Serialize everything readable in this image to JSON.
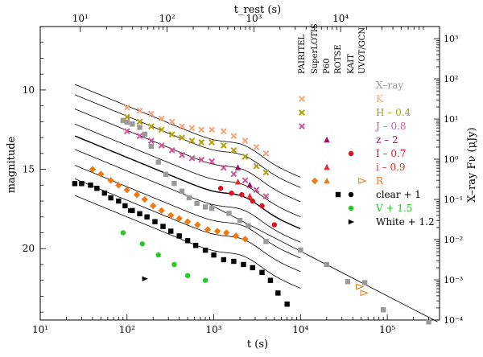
{
  "chart_data": {
    "type": "scatter",
    "title": "",
    "xlabel": "t (s)",
    "ylabel": "magnitude",
    "x2label": "t_rest (s)",
    "y2label": "X–ray Fν (μJy)",
    "xscale": "log",
    "xlim": [
      10,
      400000
    ],
    "ylim_mag": [
      24.5,
      6.0
    ],
    "y2scale": "log",
    "y2lim": [
      0.0001,
      2000
    ],
    "x_ticks": [
      "10¹",
      "10²",
      "10³",
      "10⁴",
      "10⁵"
    ],
    "x2_ticks": [
      "10¹",
      "10²",
      "10³",
      "10⁴"
    ],
    "y_ticks": [
      "10",
      "15",
      "20"
    ],
    "y2_ticks": [
      "10³",
      "10²",
      "10¹",
      "10⁰",
      "10⁻¹",
      "10⁻²",
      "10⁻³",
      "10⁻⁴"
    ],
    "instruments": [
      "PAIRITEL",
      "SuperLOTIS",
      "P60",
      "ROTSE",
      "KAIT",
      "UVOT/GCN"
    ],
    "legend": [
      {
        "label": "X–ray",
        "color": "#9a9a9a"
      },
      {
        "label": "K",
        "color": "#f5a67a"
      },
      {
        "label": "H – 0.4",
        "color": "#b8a000"
      },
      {
        "label": "J – 0.8",
        "color": "#d8509a"
      },
      {
        "label": "z – 2",
        "color": "#a0106a"
      },
      {
        "label": "I – 0.7",
        "color": "#e01020"
      },
      {
        "label": "i – 0.9",
        "color": "#f02828"
      },
      {
        "label": "R",
        "color": "#f07a10"
      },
      {
        "label": "clear + 1",
        "color": "#000000"
      },
      {
        "label": "V + 1.5",
        "color": "#22cc22"
      },
      {
        "label": "White + 1.2",
        "color": "#000000"
      }
    ],
    "series": [
      {
        "name": "X–ray",
        "color": "#9a9a9a",
        "marker": "sq",
        "x": [
          90,
          100,
          115,
          140,
          160,
          190,
          230,
          280,
          350,
          430,
          520,
          640,
          800,
          950,
          1500,
          2000,
          2500,
          4000,
          10000,
          20000,
          35000,
          55000,
          90000,
          300000
        ],
        "y": [
          9.2,
          8.4,
          7.5,
          6.2,
          4.2,
          2.1,
          0.85,
          0.42,
          0.25,
          0.16,
          0.11,
          0.08,
          0.065,
          0.06,
          0.045,
          0.03,
          0.022,
          0.009,
          0.0055,
          0.0024,
          0.0009,
          0.00085,
          0.00018,
          9e-05
        ]
      },
      {
        "name": "K",
        "color": "#f5a67a",
        "marker": "x",
        "x": [
          100,
          140,
          190,
          250,
          330,
          430,
          560,
          720,
          950,
          1300,
          1700,
          2300,
          3100,
          4000
        ],
        "y": [
          11.1,
          11.3,
          11.5,
          11.8,
          12.0,
          12.3,
          12.4,
          12.5,
          12.5,
          12.6,
          12.9,
          13.2,
          13.6,
          14.0
        ]
      },
      {
        "name": "H – 0.4",
        "color": "#b8a000",
        "marker": "x",
        "x": [
          100,
          140,
          190,
          250,
          330,
          430,
          560,
          720,
          950,
          1300,
          1700,
          2300,
          3100,
          4000
        ],
        "y": [
          11.7,
          12.0,
          12.3,
          12.5,
          12.8,
          13.0,
          13.2,
          13.3,
          13.3,
          13.5,
          13.8,
          14.2,
          14.8,
          15.2
        ]
      },
      {
        "name": "J – 0.8",
        "color": "#d8509a",
        "marker": "x",
        "x": [
          100,
          140,
          190,
          250,
          330,
          430,
          560,
          720,
          950,
          1300,
          1700,
          2300,
          3100,
          4000
        ],
        "y": [
          12.6,
          12.9,
          13.2,
          13.5,
          13.8,
          14.1,
          14.3,
          14.4,
          14.5,
          14.9,
          15.3,
          15.7,
          16.3,
          16.7
        ]
      },
      {
        "name": "z – 2",
        "color": "#a0106a",
        "marker": "tri",
        "x": [
          1900,
          2600
        ],
        "y": [
          14.9,
          16.0
        ]
      },
      {
        "name": "I – 0.7",
        "color": "#e01020",
        "marker": "dot",
        "x": [
          1200,
          1600,
          2100,
          2800,
          3600,
          5000
        ],
        "y": [
          16.2,
          16.5,
          16.6,
          17.0,
          17.3,
          18.5
        ]
      },
      {
        "name": "i – 0.9",
        "color": "#f02828",
        "marker": "tri",
        "x": [
          1900,
          2600
        ],
        "y": [
          15.8,
          16.7
        ]
      },
      {
        "name": "R",
        "color": "#f07a10",
        "marker": "dia",
        "x": [
          40,
          50,
          65,
          80,
          100,
          130,
          160,
          200,
          250,
          320,
          400,
          500,
          650,
          850,
          1100,
          1400,
          1800,
          2300
        ],
        "y": [
          15.0,
          15.3,
          15.7,
          16.0,
          16.3,
          16.6,
          16.9,
          17.3,
          17.6,
          17.9,
          18.1,
          18.3,
          18.5,
          18.8,
          18.9,
          19.0,
          19.2,
          19.4
        ]
      },
      {
        "name": "R (upper limits)",
        "color": "#f07a10",
        "marker": "tri-open",
        "x": [
          48000,
          54000
        ],
        "y": [
          22.4,
          22.8
        ]
      },
      {
        "name": "clear + 1",
        "color": "#000000",
        "marker": "sq",
        "x": [
          25,
          30,
          38,
          45,
          55,
          65,
          80,
          95,
          115,
          140,
          170,
          210,
          260,
          320,
          400,
          500,
          620,
          800,
          1000,
          1300,
          1700,
          2200,
          2800,
          3600,
          4500,
          5500,
          7000
        ],
        "y": [
          15.9,
          15.9,
          16.0,
          16.2,
          16.5,
          16.8,
          17.0,
          17.3,
          17.6,
          17.8,
          18.0,
          18.3,
          18.6,
          18.9,
          19.2,
          19.5,
          19.8,
          20.1,
          20.4,
          20.7,
          20.8,
          21.0,
          21.2,
          21.5,
          22.0,
          22.8,
          23.5
        ]
      },
      {
        "name": "V + 1.5",
        "color": "#22cc22",
        "marker": "dot",
        "x": [
          90,
          150,
          230,
          350,
          500,
          800
        ],
        "y": [
          19.0,
          19.7,
          20.4,
          21.0,
          21.7,
          22.0
        ]
      },
      {
        "name": "White + 1.2",
        "color": "#000000",
        "marker": "rtri",
        "x": [
          110,
          160
        ],
        "y": [
          17.6,
          21.9
        ]
      }
    ]
  }
}
